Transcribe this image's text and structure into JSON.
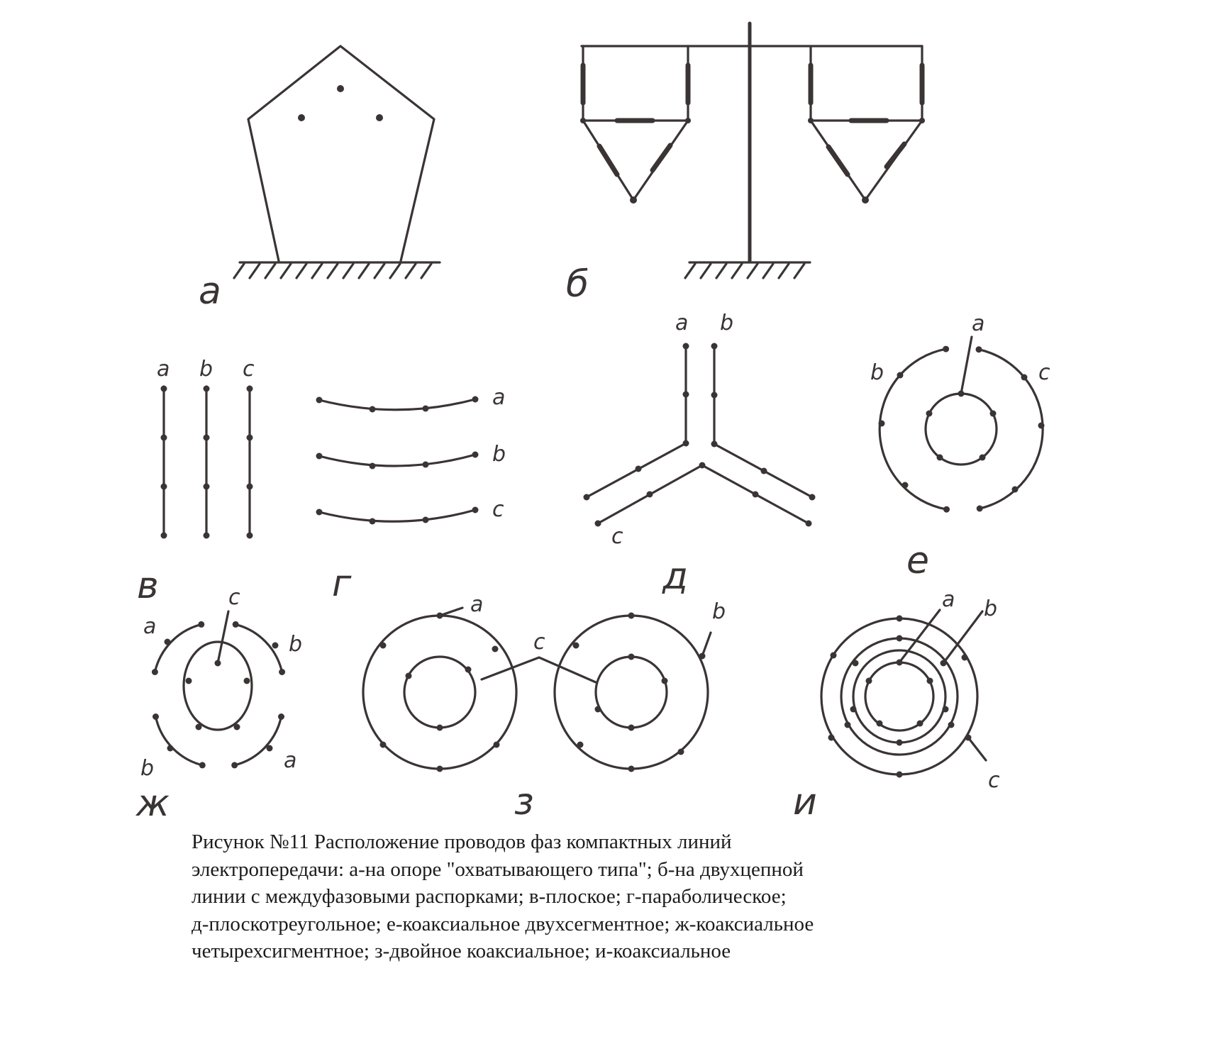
{
  "diagram": {
    "panel_letters": {
      "a": "а",
      "b": "б",
      "v": "в",
      "g": "г",
      "d": "д",
      "e": "е",
      "zh": "ж",
      "z": "з",
      "i": "и"
    },
    "phase_labels": {
      "a": "a",
      "b": "b",
      "c": "c"
    }
  },
  "caption": {
    "lines": [
      "Рисунок №11 Расположение проводов фаз компактных линий",
      "электропередачи: а-на опоре \"охватывающего типа\"; б-на двухцепной",
      "линии с междуфазовыми распорками; в-плоское; г-параболическое;",
      "д-плоскотреугольное; е-коаксиальное двухсегментное; ж-коаксиальное",
      "четырехсигментное; з-двойное коаксиальное; и-коаксиальное"
    ]
  },
  "colors": {
    "ink": "#3a3434",
    "background": "#ffffff",
    "caption": "#1c1c1c"
  }
}
